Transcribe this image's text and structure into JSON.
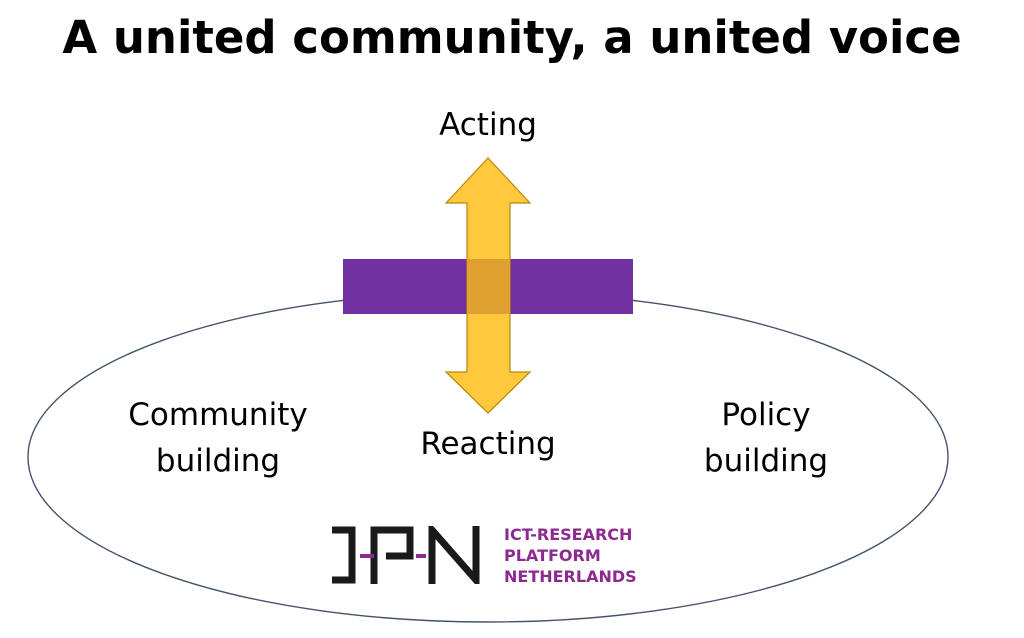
{
  "title": "A united community, a united voice",
  "labels": {
    "acting": "Acting",
    "reacting": "Reacting",
    "community": [
      "Community",
      "building"
    ],
    "policy": [
      "Policy",
      "building"
    ]
  },
  "logo": {
    "lines": [
      "ICT-RESEARCH",
      "PLATFORM",
      "NETHERLANDS"
    ],
    "text_color": "#8c2a8f",
    "mark_color": "#1a1a1a",
    "mark_accent": "#8c2a8f"
  },
  "colors": {
    "bar": "#7030a0",
    "arrow_fill": "#ffc83d",
    "arrow_stroke": "#b8860b",
    "overlap": "#e0a030",
    "ellipse_stroke": "#44546a"
  }
}
